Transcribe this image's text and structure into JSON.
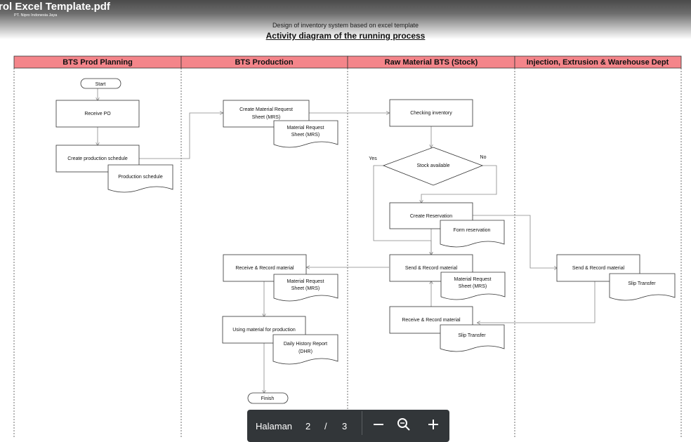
{
  "header": {
    "file_title": "rol Excel Template.pdf",
    "company": "PT. Nipro Indonesia Jaya",
    "doc_subtitle": "Design of inventory system based on excel template",
    "doc_title": "Activity diagram of the running process"
  },
  "lanes": [
    {
      "label": "BTS Prod Planning"
    },
    {
      "label": "BTS Production"
    },
    {
      "label": "Raw Material BTS (Stock)"
    },
    {
      "label": "Injection, Extrusion & Warehouse Dept"
    }
  ],
  "nodes": {
    "start": "Start",
    "receive_po": "Receive PO",
    "create_schedule": "Create production schedule",
    "production_schedule": "Production schedule",
    "create_mrs_1": "Create Material Request",
    "create_mrs_2": "Sheet (MRS)",
    "mrs_doc_1_a": "Material Request",
    "mrs_doc_1_b": "Sheet (MRS)",
    "checking_inventory": "Checking inventory",
    "stock_available": "Stock available",
    "yes": "Yes",
    "no": "No",
    "create_reservation": "Create Reservation",
    "form_reservation": "Form reservation",
    "send_record_stock": "Send & Record material",
    "mrs_doc_2_a": "Material Request",
    "mrs_doc_2_b": "Sheet (MRS)",
    "receive_record_prod": "Receive & Record material",
    "mrs_doc_3_a": "Material Request",
    "mrs_doc_3_b": "Sheet (MRS)",
    "send_record_wh": "Send & Record material",
    "slip_transfer_wh": "Slip Transfer",
    "receive_record_stock": "Receive & Record material",
    "slip_transfer_stock": "Slip Transfer",
    "using_material": "Using material for production",
    "dhr_a": "Daily History Report",
    "dhr_b": "(DHR)",
    "finish": "Finish"
  },
  "toolbar": {
    "page_label": "Halaman",
    "current_page": "2",
    "separator": "/",
    "total_pages": "3",
    "zoom_out_icon": "minus-icon",
    "zoom_search_icon": "zoom-icon",
    "zoom_in_icon": "plus-icon"
  }
}
